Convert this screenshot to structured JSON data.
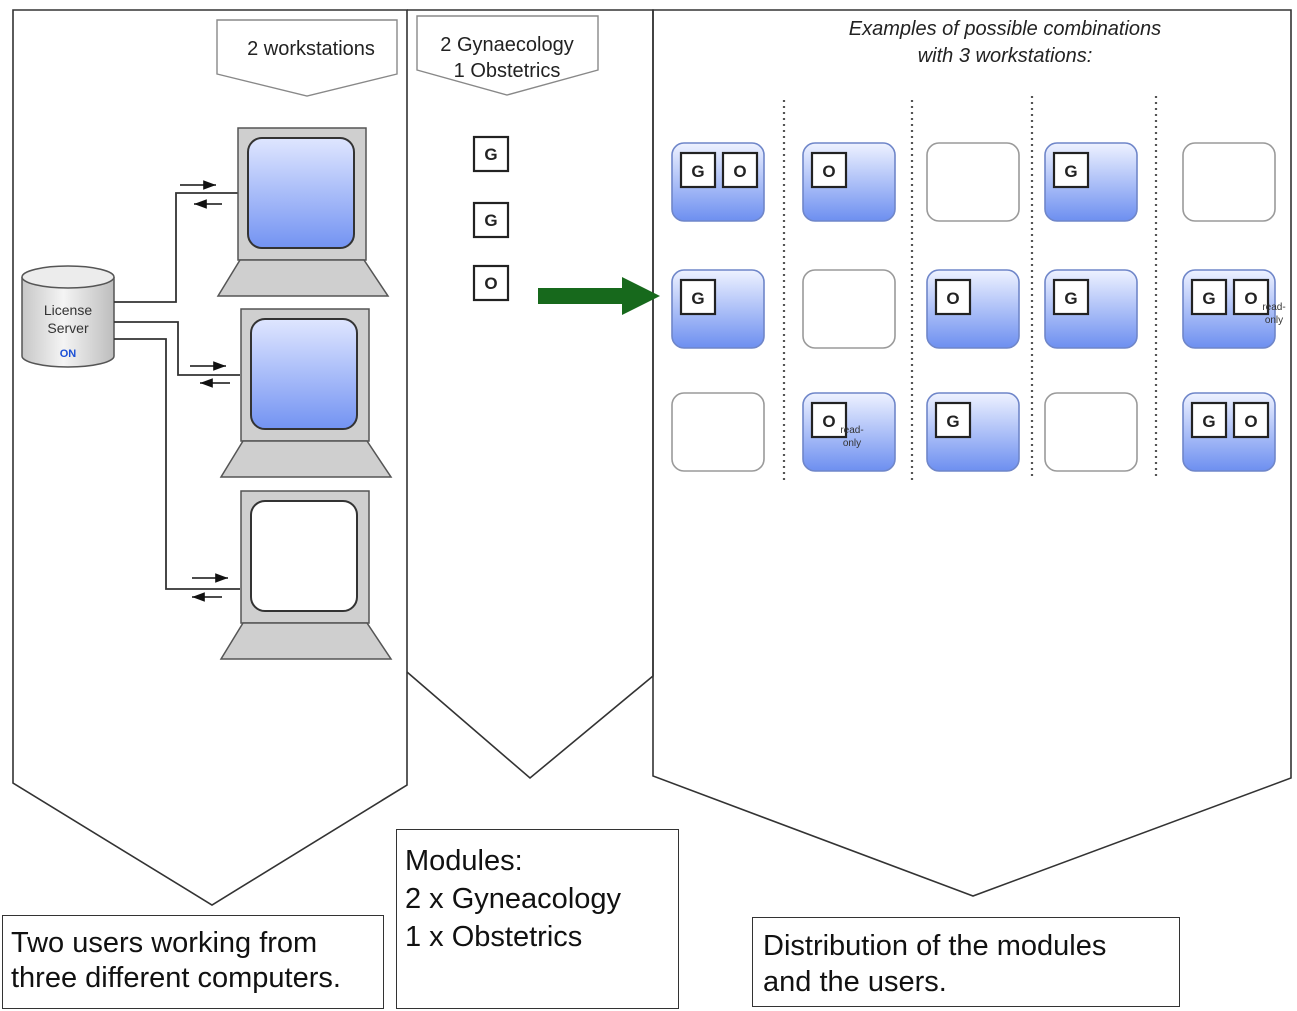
{
  "panels": {
    "left_tag": "2 workstations",
    "middle_tag": [
      "2 Gynaecology",
      "1 Obstetrics"
    ],
    "right_title": [
      "Examples of possible combinations",
      "with 3 workstations:"
    ]
  },
  "license_server": {
    "lines": [
      "License",
      "Server"
    ],
    "status": "ON"
  },
  "workstations": [
    {
      "screen": "blue"
    },
    {
      "screen": "blue"
    },
    {
      "screen": "blank"
    }
  ],
  "modules_list": [
    "G",
    "G",
    "O"
  ],
  "read_only_label": [
    "read-",
    "only"
  ],
  "combinations": [
    [
      {
        "mods": [
          "G",
          "O"
        ],
        "ro": false
      },
      {
        "mods": [
          "G"
        ],
        "ro": false
      },
      {
        "mods": [],
        "ro": false
      }
    ],
    [
      {
        "mods": [
          "O"
        ],
        "ro": false
      },
      {
        "mods": [],
        "ro": false
      },
      {
        "mods": [
          "O"
        ],
        "ro": true
      }
    ],
    [
      {
        "mods": [],
        "ro": false
      },
      {
        "mods": [
          "O"
        ],
        "ro": false
      },
      {
        "mods": [
          "G"
        ],
        "ro": false
      }
    ],
    [
      {
        "mods": [
          "G"
        ],
        "ro": false
      },
      {
        "mods": [
          "G"
        ],
        "ro": false
      },
      {
        "mods": [],
        "ro": false
      }
    ],
    [
      {
        "mods": [],
        "ro": false
      },
      {
        "mods": [
          "G",
          "O"
        ],
        "ro": true
      },
      {
        "mods": [
          "G",
          "O"
        ],
        "ro": false
      }
    ]
  ],
  "captions": {
    "left": [
      "Two users working from",
      "three different computers."
    ],
    "middle": [
      "Modules:",
      "2 x Gyneacology",
      "1 x Obstetrics"
    ],
    "right": [
      "Distribution of the modules",
      "and the users."
    ]
  },
  "colors": {
    "screen_top": "#eef2ff",
    "screen_bottom": "#6d8ff0",
    "monitor_frame": "#cfcfcf",
    "arrow_green": "#17691c",
    "status_on": "#1a4fd6"
  }
}
